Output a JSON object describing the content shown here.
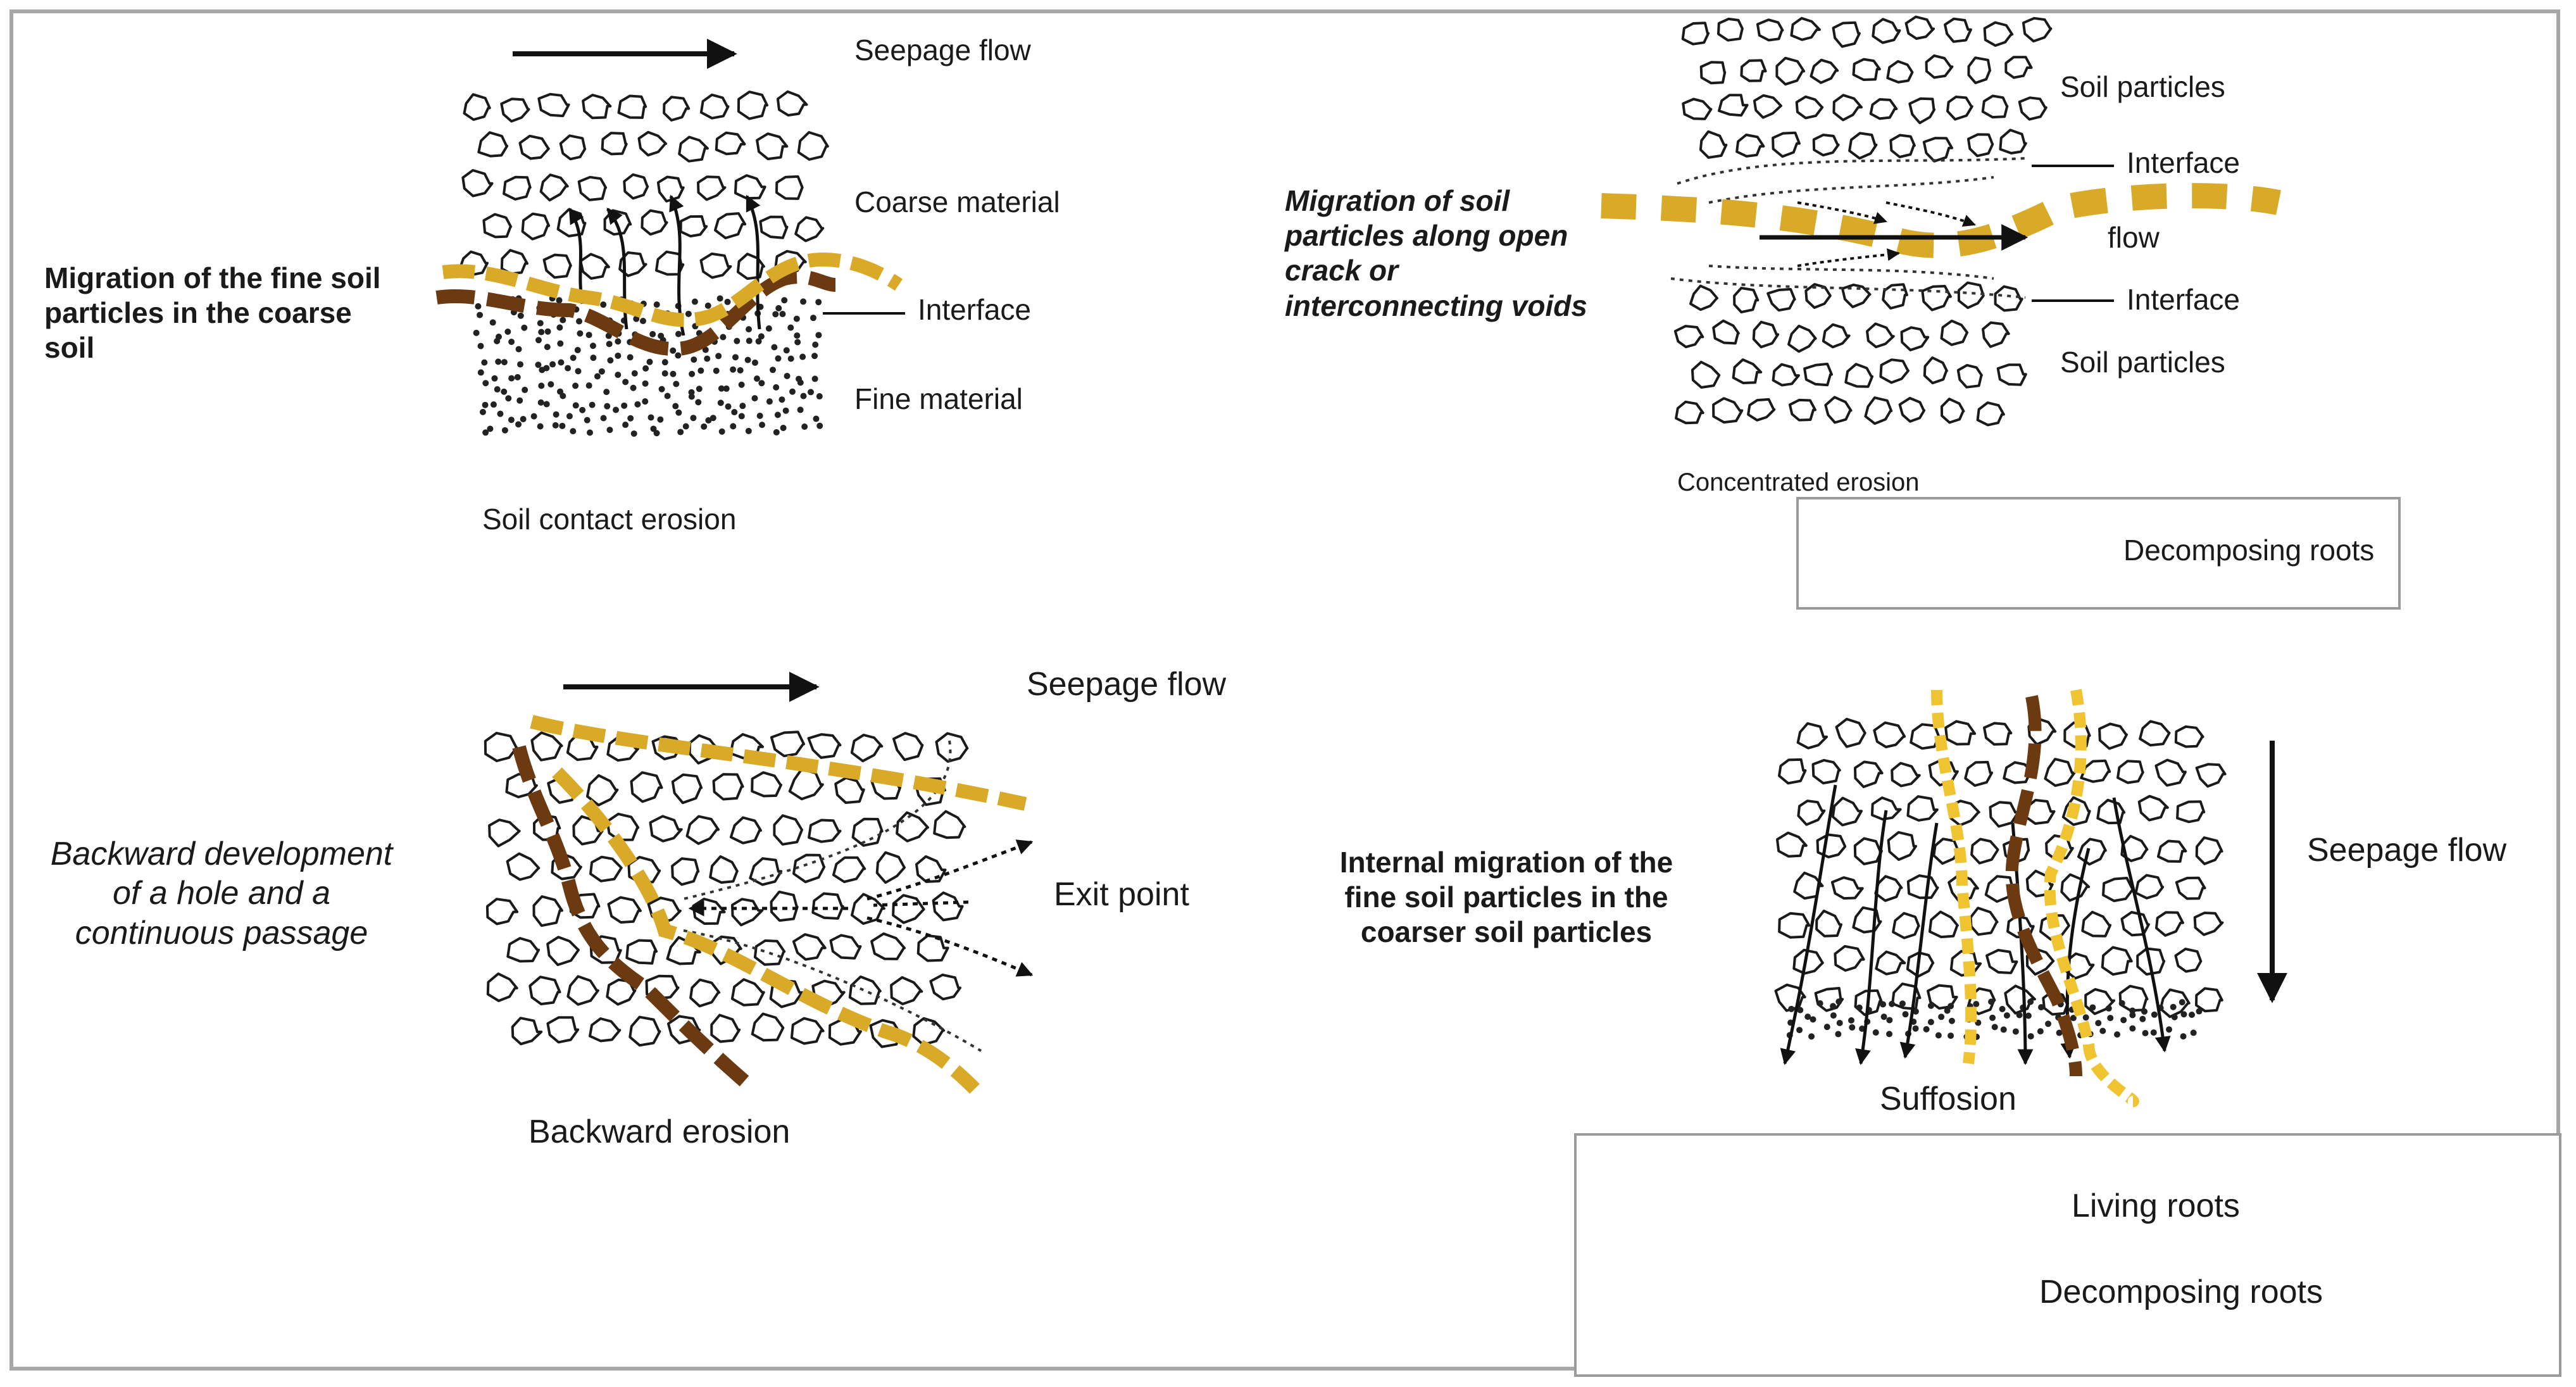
{
  "colors": {
    "living_root": "#6b3a10",
    "decomposing_root_light": "#f0c330",
    "decomposing_root_dark": "#b8902a",
    "frame": "#a6a6a6",
    "particle_stroke": "#1a1a1a"
  },
  "panel_contact": {
    "seepage_label": "Seepage flow",
    "coarse_label": "Coarse material",
    "interface_label": "Interface",
    "fine_label": "Fine material",
    "side_label": "Migration of the fine soil particles in the coarse soil",
    "caption": "Soil contact erosion"
  },
  "panel_concentrated": {
    "side_label": "Migration of soil particles along open crack or interconnecting voids",
    "top_particles_label": "Soil particles",
    "interface_top_label": "Interface",
    "flow_label": "flow",
    "interface_bottom_label": "Interface",
    "bottom_particles_label": "Soil particles",
    "caption": "Concentrated erosion",
    "legend_label": "Decomposing roots"
  },
  "panel_backward": {
    "seepage_label": "Seepage flow",
    "side_label": "Backward development of a hole and a continuous passage",
    "exit_label": "Exit point",
    "caption": "Backward erosion"
  },
  "panel_suffosion": {
    "side_label": "Internal migration of the fine soil particles in the coarser soil particles",
    "seepage_label": "Seepage flow",
    "caption": "Suffosion"
  },
  "legend": {
    "living_label": "Living roots",
    "decomposing_label": "Decomposing roots"
  }
}
